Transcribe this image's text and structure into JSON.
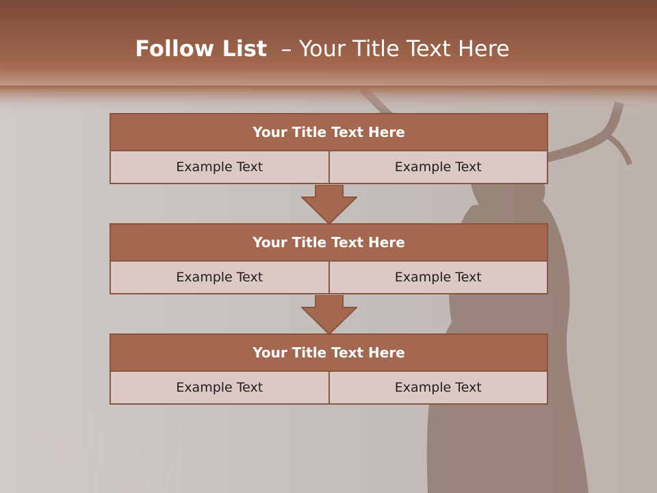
{
  "slide": {
    "title_bold": "Follow List",
    "title_rest": "  – Your Title Text Here"
  },
  "blocks": [
    {
      "title": "Your Title Text Here",
      "cells": [
        "Example Text",
        "Example Text"
      ]
    },
    {
      "title": "Your Title Text Here",
      "cells": [
        "Example Text",
        "Example Text"
      ]
    },
    {
      "title": "Your Title Text Here",
      "cells": [
        "Example Text",
        "Example Text"
      ]
    }
  ],
  "colors": {
    "header_band": "#a3684f",
    "block_title_fill": "#a3684f",
    "cell_fill": "#dcc9c6",
    "border": "#8a553f"
  },
  "background_icon": "deer-with-antlers-photo"
}
